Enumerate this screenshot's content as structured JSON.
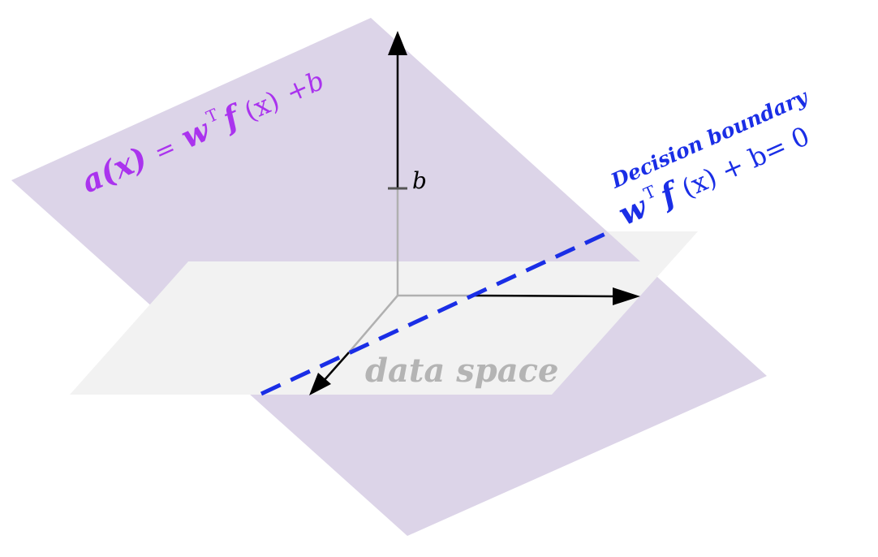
{
  "hyperplane": {
    "lhs": "a(x)",
    "equals": "=",
    "w": "w",
    "sup": "T",
    "f": "f",
    "arg": "(x)",
    "tail": "+b",
    "color": "#aa33ee"
  },
  "bias_label": "b",
  "data_space_label": "data space",
  "decision_boundary": {
    "title": "Decision boundary",
    "w": "w",
    "sup": "T",
    "f": "f",
    "rest": "(x) + b= 0",
    "color": "#1a2ee6"
  },
  "colors": {
    "hyperplane_fill": "#dcd4e8",
    "data_plane_fill": "#f2f2f2",
    "data_space_text": "#b4b4b4",
    "axis": "#000000",
    "grey_axis": "#b0b0b0"
  }
}
